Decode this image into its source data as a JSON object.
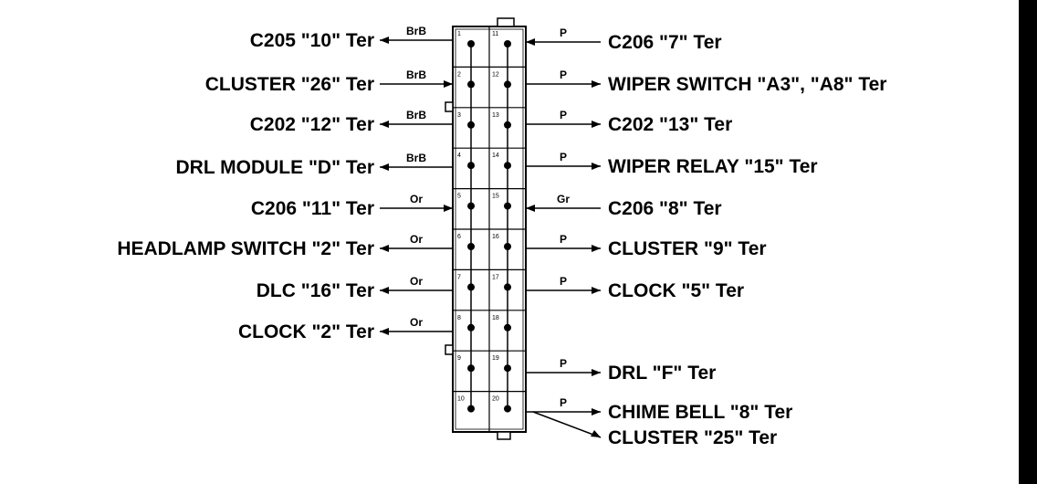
{
  "connector": {
    "rows": [
      {
        "left_pin": "1",
        "right_pin": "11"
      },
      {
        "left_pin": "2",
        "right_pin": "12"
      },
      {
        "left_pin": "3",
        "right_pin": "13"
      },
      {
        "left_pin": "4",
        "right_pin": "14"
      },
      {
        "left_pin": "5",
        "right_pin": "15"
      },
      {
        "left_pin": "6",
        "right_pin": "16"
      },
      {
        "left_pin": "7",
        "right_pin": "17"
      },
      {
        "left_pin": "8",
        "right_pin": "18"
      },
      {
        "left_pin": "9",
        "right_pin": "19"
      },
      {
        "left_pin": "10",
        "right_pin": "20"
      }
    ]
  },
  "left_connections": [
    {
      "label": "C205 \"10\" Ter",
      "wire": "BrB",
      "direction": "out"
    },
    {
      "label": "CLUSTER \"26\" Ter",
      "wire": "BrB",
      "direction": "in"
    },
    {
      "label": "C202 \"12\" Ter",
      "wire": "BrB",
      "direction": "out"
    },
    {
      "label": "DRL MODULE \"D\" Ter",
      "wire": "BrB",
      "direction": "out"
    },
    {
      "label": "C206 \"11\" Ter",
      "wire": "Or",
      "direction": "in"
    },
    {
      "label": "HEADLAMP SWITCH \"2\" Ter",
      "wire": "Or",
      "direction": "out"
    },
    {
      "label": "DLC \"16\" Ter",
      "wire": "Or",
      "direction": "out"
    },
    {
      "label": "CLOCK \"2\" Ter",
      "wire": "Or",
      "direction": "out"
    }
  ],
  "right_connections": [
    {
      "label": "C206 \"7\" Ter",
      "wire": "P",
      "direction": "in"
    },
    {
      "label": "WIPER SWITCH \"A3\", \"A8\" Ter",
      "wire": "P",
      "direction": "out"
    },
    {
      "label": "C202 \"13\" Ter",
      "wire": "P",
      "direction": "out"
    },
    {
      "label": "WIPER RELAY \"15\" Ter",
      "wire": "P",
      "direction": "out"
    },
    {
      "label": "C206 \"8\" Ter",
      "wire": "Gr",
      "direction": "in"
    },
    {
      "label": "CLUSTER \"9\" Ter",
      "wire": "P",
      "direction": "out"
    },
    {
      "label": "CLOCK \"5\" Ter",
      "wire": "P",
      "direction": "out"
    },
    {
      "label": "DRL \"F\" Ter",
      "wire": "P",
      "direction": "out"
    },
    {
      "label": "CHIME BELL \"8\" Ter",
      "wire": "P",
      "direction": "out"
    },
    {
      "label": "CLUSTER \"25\" Ter",
      "wire": "",
      "direction": "out"
    }
  ],
  "colors": {
    "ink": "#000000",
    "background": "#ffffff"
  }
}
